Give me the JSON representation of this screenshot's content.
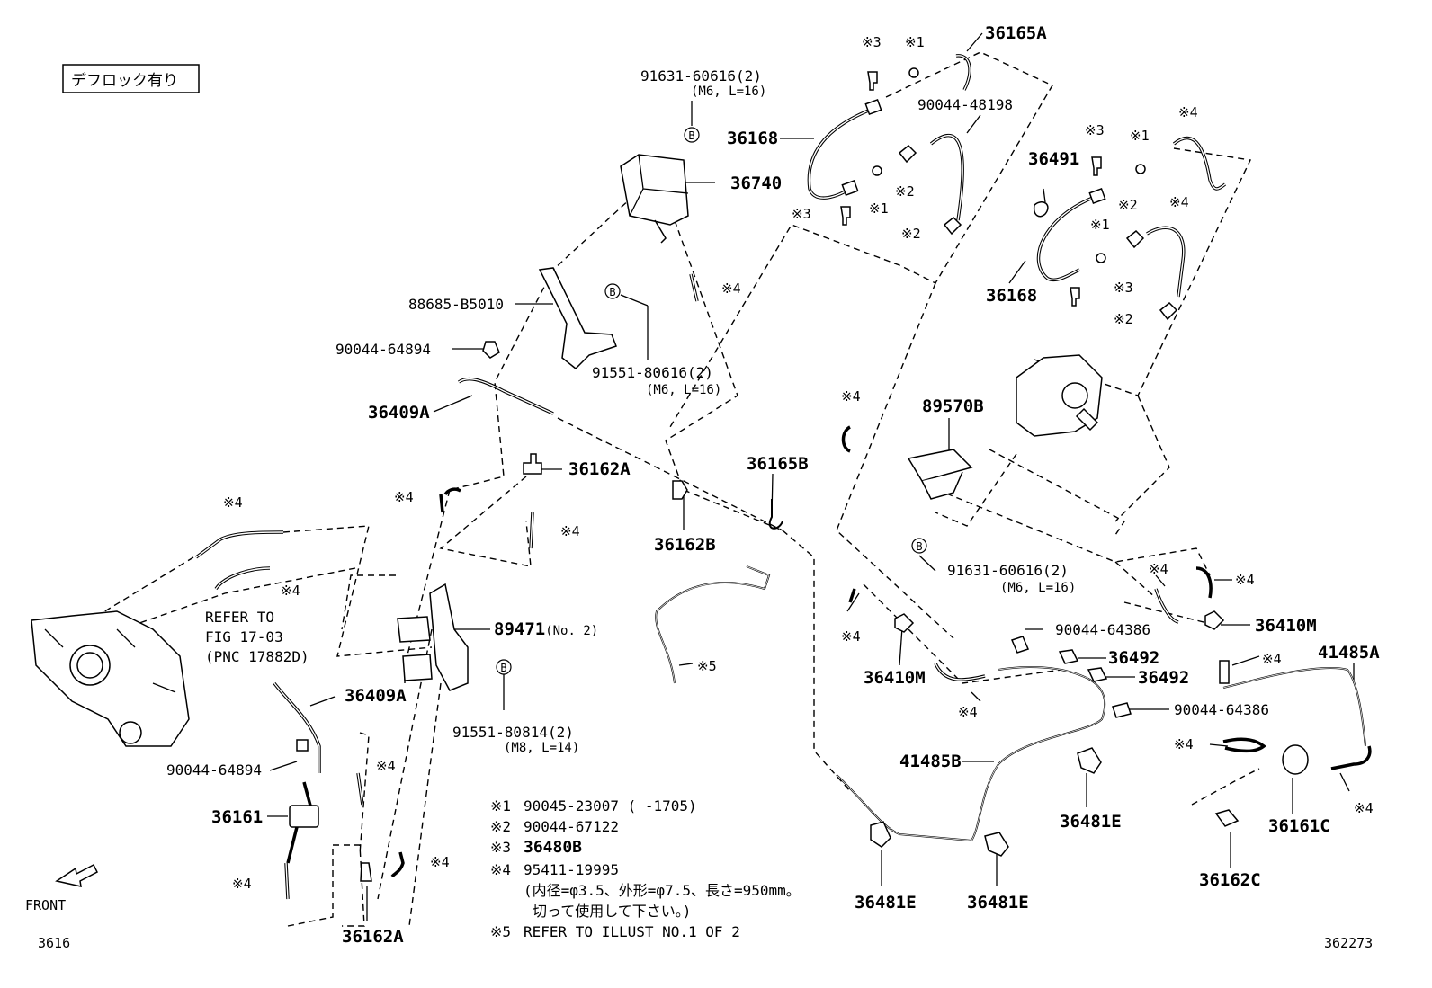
{
  "header": {
    "variant_label": "デフロック有り"
  },
  "footer": {
    "front_label": "FRONT",
    "group_number": "3616",
    "illustration_number": "362273"
  },
  "callouts": {
    "p36165A": "36165A",
    "p36168_upper": "36168",
    "p90044_48198": "90044-48198",
    "p91631_top": "91631-60616(2)",
    "p91631_top_spec": "(M6, L=16)",
    "p36740": "36740",
    "p88685": "88685-B5010",
    "p90044_64894_upper": "90044-64894",
    "p91551_80616": "91551-80616(2)",
    "p91551_80616_spec": "(M6, L=16)",
    "p36409A_upper": "36409A",
    "p36162A_upper": "36162A",
    "p36165B": "36165B",
    "p36162B": "36162B",
    "p36491": "36491",
    "p36168_lower": "36168",
    "p89570B": "89570B",
    "p91631_mid": "91631-60616(2)",
    "p91631_mid_spec": "(M6, L=16)",
    "p89471": "89471",
    "p89471_suffix": "(No. 2)",
    "p91551_80814": "91551-80814(2)",
    "p91551_80814_spec": "(M8, L=14)",
    "p36409A_lower": "36409A",
    "p90044_64894_lower": "90044-64894",
    "p36161": "36161",
    "p36162A_lower": "36162A",
    "p36410M_right": "36410M",
    "p36410M_mid": "36410M",
    "p90044_64386_upper": "90044-64386",
    "p36492_a": "36492",
    "p36492_b": "36492",
    "p90044_64386_lower": "90044-64386",
    "p41485A": "41485A",
    "p41485B": "41485B",
    "p36481E_a": "36481E",
    "p36481E_b": "36481E",
    "p36481E_c": "36481E",
    "p36161C": "36161C",
    "p36162C": "36162C",
    "refer_line1": "REFER TO",
    "refer_line2": "FIG 17-03",
    "refer_line3": "(PNC 17882D)"
  },
  "marks": {
    "m1": "※1",
    "m2": "※2",
    "m3": "※3",
    "m4": "※4",
    "m5": "※5",
    "bolt": "B"
  },
  "legend": [
    {
      "mark": "※1",
      "text": "90045-23007 (      -1705)"
    },
    {
      "mark": "※2",
      "text": "90044-67122"
    },
    {
      "mark": "※3",
      "text": "36480B"
    },
    {
      "mark": "※4",
      "text": "95411-19995"
    },
    {
      "mark": "",
      "text": "(内径=φ3.5、外形=φ7.5、長さ=950mm。"
    },
    {
      "mark": "",
      "text": "切って使用して下さい。)"
    },
    {
      "mark": "※5",
      "text": "REFER TO ILLUST NO.1 OF 2"
    }
  ]
}
